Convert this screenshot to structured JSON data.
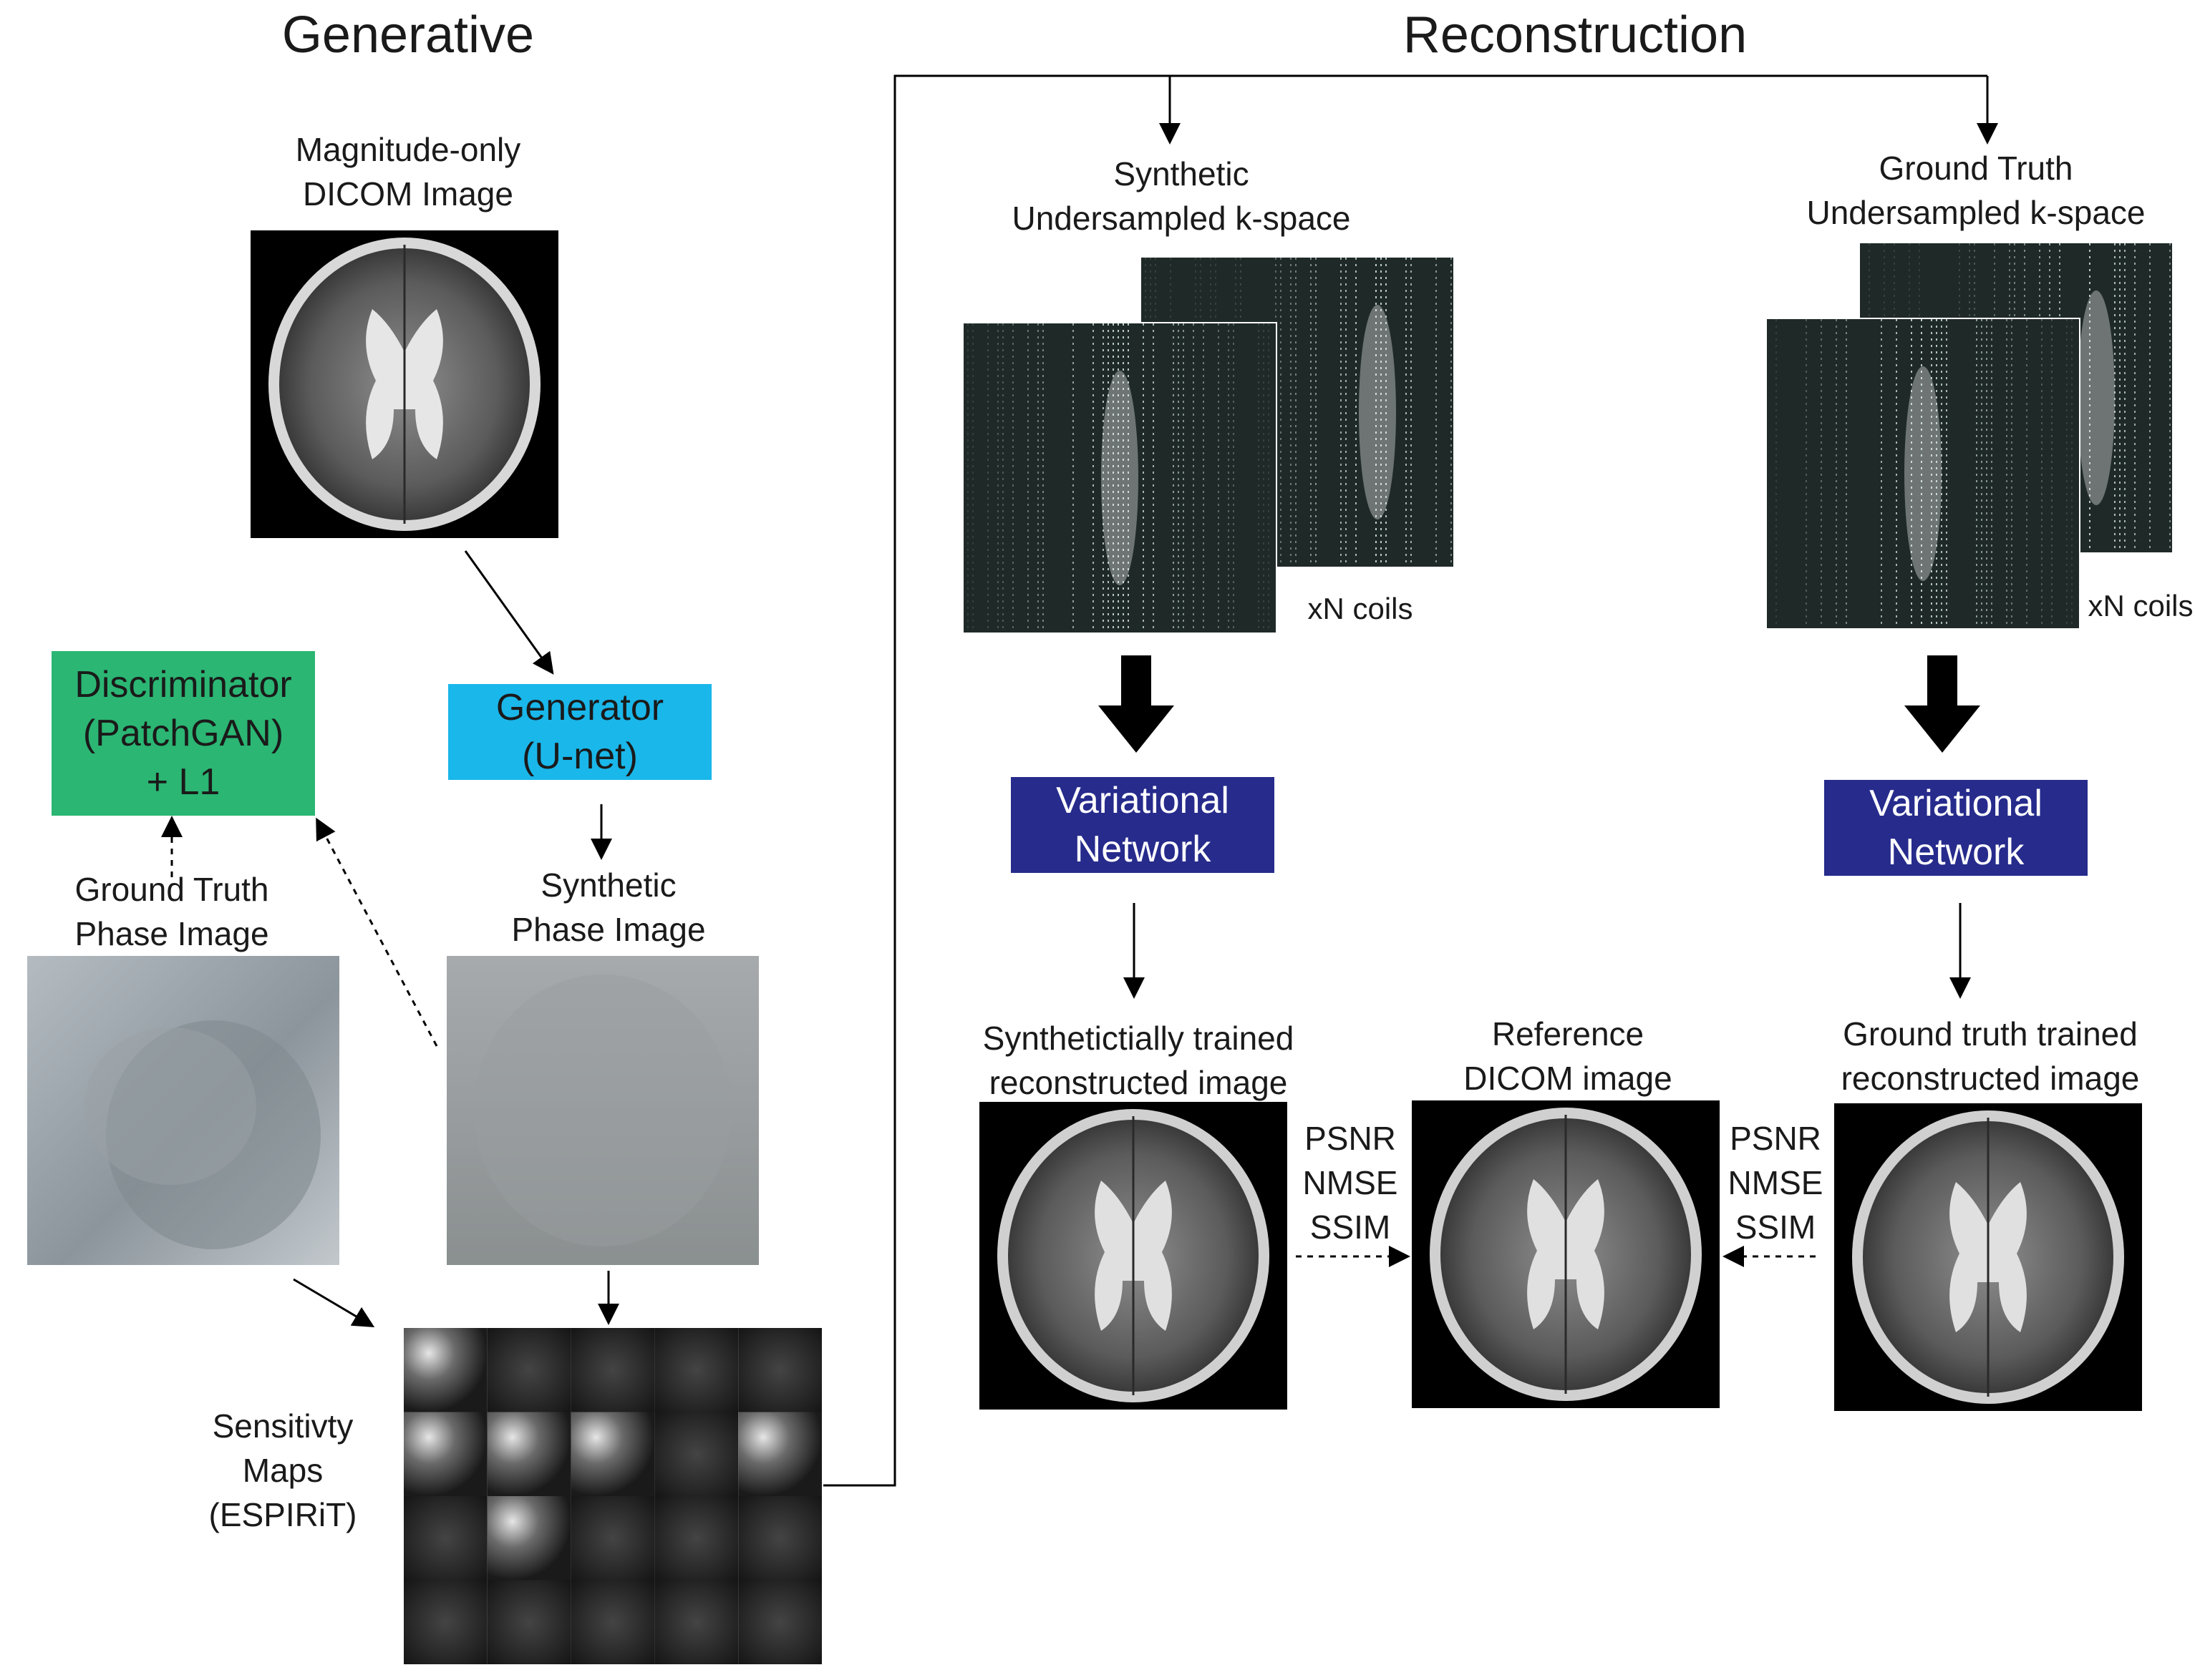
{
  "sections": {
    "generative_title": "Generative",
    "reconstruction_title": "Reconstruction"
  },
  "generative": {
    "dicom_label": [
      "Magnitude-only",
      "DICOM Image"
    ],
    "generator_box": [
      "Generator",
      "(U-net)"
    ],
    "discriminator_box": [
      "Discriminator",
      "(PatchGAN)",
      "+ L1"
    ],
    "gt_phase_label": [
      "Ground Truth",
      "Phase Image"
    ],
    "synthetic_phase_label": [
      "Synthetic",
      "Phase Image"
    ],
    "sensitivity_label": [
      "Sensitivty",
      "Maps",
      "(ESPIRiT)"
    ]
  },
  "reconstruction": {
    "synthetic_kspace_label": [
      "Synthetic",
      "Undersampled k-space"
    ],
    "gt_kspace_label": [
      "Ground Truth",
      "Undersampled k-space"
    ],
    "coils_label_left": "xN coils",
    "coils_label_right": "xN coils",
    "vn_left": [
      "Variational",
      "Network"
    ],
    "vn_right": [
      "Variational",
      "Network"
    ],
    "synthetic_recon_label": [
      "Synthetictially trained",
      "reconstructed image"
    ],
    "reference_label": [
      "Reference",
      "DICOM image"
    ],
    "gt_recon_label": [
      "Ground truth trained",
      "reconstructed image"
    ],
    "metrics_left": [
      "PSNR",
      "NMSE",
      "SSIM"
    ],
    "metrics_right": [
      "PSNR",
      "NMSE",
      "SSIM"
    ]
  },
  "colors": {
    "generator_box": "#1ab7ea",
    "discriminator_box": "#2bb673",
    "variational_network_box": "#262b8c",
    "kspace_bg": "#1f2a28",
    "line": "#000000"
  }
}
